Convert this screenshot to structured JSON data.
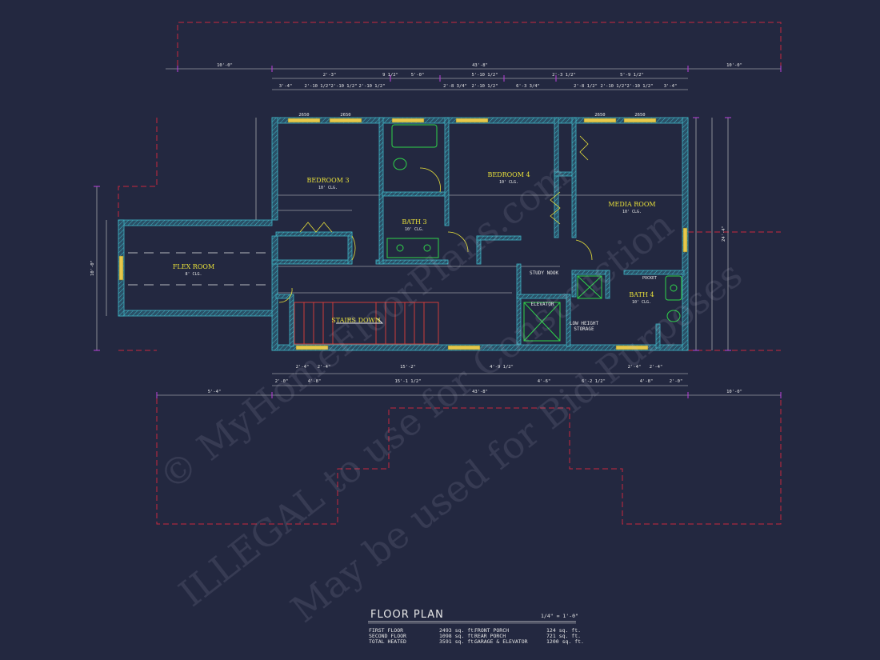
{
  "colors": {
    "background": "#232840",
    "wall": "#3fb6c6",
    "dimension": "#e8e8e8",
    "room_label": "#e8e03a",
    "roof_outline": "#c8283e",
    "fixture": "#2fd34a",
    "dim_tick": "#b03fd0"
  },
  "rooms": [
    {
      "name": "BEDROOM 3",
      "clg": "10' CLG."
    },
    {
      "name": "BEDROOM 4",
      "clg": "10' CLG."
    },
    {
      "name": "MEDIA ROOM",
      "clg": "10' CLG."
    },
    {
      "name": "FLEX ROOM",
      "clg": "8' CLG."
    },
    {
      "name": "BATH 3",
      "clg": "10' CLG."
    },
    {
      "name": "BATH 4",
      "clg": "10' CLG."
    }
  ],
  "labels": {
    "stairs": "STAIRS DOWN",
    "study": "STUDY NOOK",
    "elevator": "ELEVATOR",
    "storage_1": "LOW HEIGHT",
    "storage_2": "STORAGE",
    "pocket": "POCKET"
  },
  "dims": {
    "top_total": "43'-8\"",
    "bottom_total": "43'-8\"",
    "overhang_left_top": "10'-0\"",
    "overhang_right_top": "10'-0\"",
    "overhang_left_bottom": "5'-4\"",
    "overhang_right_bottom": "10'-0\"",
    "top_row": [
      "2'-3\"",
      "9 1/2\"",
      "5'-0\"",
      "5'-10 1/2\"",
      "2'-3 1/2\"",
      "5'-9 1/2\""
    ],
    "top_row2": [
      "3'-4\"",
      "2'-10 1/2\"",
      "2'-10 1/2\"",
      "2'-10 1/2\"",
      "2'-8 3/4\"",
      "2'-10 1/2\"",
      "6'-3 3/4\"",
      "2'-8 1/2\"",
      "2'-10 1/2\"",
      "2'-10 1/2\"",
      "3'-4\""
    ],
    "bottom_row": [
      "2'-0\"",
      "4'-8\"",
      "15'-1 1/2\"",
      "4'-6\"",
      "6'-2 1/2\"",
      "4'-8\"",
      "2'-0\""
    ],
    "bottom_row_upper": [
      "2'-4\"",
      "2'-4\"",
      "15'-2\"",
      "4'-9 1/2\"",
      "2'-4\"",
      "2'-4\""
    ],
    "window_code": "2650",
    "right_total": "24'-4\"",
    "left_total": "10'-0\""
  },
  "title": {
    "main": "FLOOR PLAN",
    "scale": "1/4\" = 1'-0\""
  },
  "areas": [
    {
      "label": "FIRST FLOOR",
      "value": "2493 sq. ft."
    },
    {
      "label": "SECOND FLOOR",
      "value": "1098 sq. ft."
    },
    {
      "label": "TOTAL HEATED",
      "value": "3591 sq. ft."
    },
    {
      "label": "FRONT PORCH",
      "value": "124 sq. ft."
    },
    {
      "label": "REAR PORCH",
      "value": "721 sq. ft."
    },
    {
      "label": "GARAGE & ELEVATOR",
      "value": "1200 sq. ft."
    }
  ],
  "watermark": {
    "line1": "© MyHomeFloorPlans.com",
    "line2": "ILLEGAL to use for Construction",
    "line3": "May be used for Bid Purposes"
  }
}
